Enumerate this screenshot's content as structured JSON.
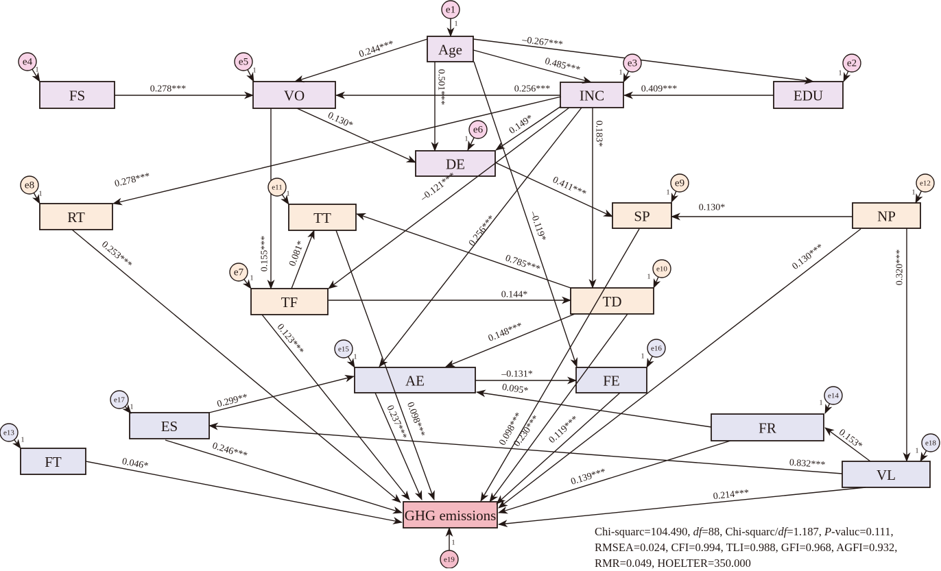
{
  "diagram": {
    "groups": {
      "group_purple": {
        "box_fill": "#EEE1F0",
        "error_fill": "#F8D3E7"
      },
      "group_peach": {
        "box_fill": "#FCEBDC",
        "error_fill": "#FDEADA"
      },
      "group_lavender": {
        "box_fill": "#E4E4F2",
        "error_fill": "#E6E6F4"
      },
      "group_pink": {
        "box_fill": "#F4B9C0",
        "error_fill": "#F5BDCB"
      }
    },
    "nodes": [
      {
        "id": "Age",
        "label": "Age",
        "group": "group_purple"
      },
      {
        "id": "EDU",
        "label": "EDU",
        "group": "group_purple"
      },
      {
        "id": "INC",
        "label": "INC",
        "group": "group_purple"
      },
      {
        "id": "FS",
        "label": "FS",
        "group": "group_purple"
      },
      {
        "id": "VO",
        "label": "VO",
        "group": "group_purple"
      },
      {
        "id": "DE",
        "label": "DE",
        "group": "group_purple"
      },
      {
        "id": "RT",
        "label": "RT",
        "group": "group_peach"
      },
      {
        "id": "TT",
        "label": "TT",
        "group": "group_peach"
      },
      {
        "id": "TF",
        "label": "TF",
        "group": "group_peach"
      },
      {
        "id": "SP",
        "label": "SP",
        "group": "group_peach"
      },
      {
        "id": "NP",
        "label": "NP",
        "group": "group_peach"
      },
      {
        "id": "TD",
        "label": "TD",
        "group": "group_peach"
      },
      {
        "id": "AE",
        "label": "AE",
        "group": "group_lavender"
      },
      {
        "id": "FE",
        "label": "FE",
        "group": "group_lavender"
      },
      {
        "id": "ES",
        "label": "ES",
        "group": "group_lavender"
      },
      {
        "id": "FT",
        "label": "FT",
        "group": "group_lavender"
      },
      {
        "id": "FR",
        "label": "FR",
        "group": "group_lavender"
      },
      {
        "id": "VL",
        "label": "VL",
        "group": "group_lavender"
      },
      {
        "id": "GHG",
        "label": "GHG emissions",
        "group": "group_pink"
      }
    ],
    "errors": [
      {
        "id": "e1",
        "label": "e1",
        "target": "Age",
        "weight": "1",
        "group": "group_purple"
      },
      {
        "id": "e2",
        "label": "e2",
        "target": "EDU",
        "weight": "1",
        "group": "group_purple"
      },
      {
        "id": "e3",
        "label": "e3",
        "target": "INC",
        "weight": "1",
        "group": "group_purple"
      },
      {
        "id": "e4",
        "label": "e4",
        "target": "FS",
        "weight": "1",
        "group": "group_purple"
      },
      {
        "id": "e5",
        "label": "e5",
        "target": "VO",
        "weight": "1",
        "group": "group_purple"
      },
      {
        "id": "e6",
        "label": "e6",
        "target": "DE",
        "weight": "1",
        "group": "group_purple"
      },
      {
        "id": "e7",
        "label": "e7",
        "target": "TF",
        "weight": "1",
        "group": "group_peach"
      },
      {
        "id": "e8",
        "label": "e8",
        "target": "RT",
        "weight": "1",
        "group": "group_peach"
      },
      {
        "id": "e9",
        "label": "e9",
        "target": "SP",
        "weight": "1",
        "group": "group_peach"
      },
      {
        "id": "e10",
        "label": "e10",
        "target": "TD",
        "weight": "1",
        "group": "group_peach"
      },
      {
        "id": "e11",
        "label": "e11",
        "target": "TT",
        "weight": "1",
        "group": "group_peach"
      },
      {
        "id": "e12",
        "label": "e12",
        "target": "NP",
        "weight": "1",
        "group": "group_peach"
      },
      {
        "id": "e13",
        "label": "e13",
        "target": "FT",
        "weight": "1",
        "group": "group_lavender"
      },
      {
        "id": "e14",
        "label": "e14",
        "target": "FR",
        "weight": "1",
        "group": "group_lavender"
      },
      {
        "id": "e15",
        "label": "e15",
        "target": "AE",
        "weight": "1",
        "group": "group_lavender"
      },
      {
        "id": "e16",
        "label": "e16",
        "target": "FE",
        "weight": "1",
        "group": "group_lavender"
      },
      {
        "id": "e17",
        "label": "e17",
        "target": "ES",
        "weight": "1",
        "group": "group_lavender"
      },
      {
        "id": "e18",
        "label": "e18",
        "target": "VL",
        "weight": "1",
        "group": "group_lavender"
      },
      {
        "id": "e19",
        "label": "e19",
        "target": "GHG",
        "weight": "1",
        "group": "group_pink"
      }
    ],
    "paths": [
      {
        "from": "FS",
        "to": "VO",
        "coef": "0.278***"
      },
      {
        "from": "INC",
        "to": "VO",
        "coef": "0.256***"
      },
      {
        "from": "EDU",
        "to": "INC",
        "coef": "0.409***"
      },
      {
        "from": "Age",
        "to": "VO",
        "coef": "0.244***"
      },
      {
        "from": "Age",
        "to": "EDU",
        "coef": "–0.267***"
      },
      {
        "from": "Age",
        "to": "INC",
        "coef": "0.485***"
      },
      {
        "from": "Age",
        "to": "DE",
        "coef": "0.501***"
      },
      {
        "from": "Age",
        "to": "FE",
        "coef": "–0.119*"
      },
      {
        "from": "VO",
        "to": "DE",
        "coef": "0.130*"
      },
      {
        "from": "VO",
        "to": "TF",
        "coef": "0.155***"
      },
      {
        "from": "INC",
        "to": "DE",
        "coef": "0.149*"
      },
      {
        "from": "INC",
        "to": "RT",
        "coef": "0.278***"
      },
      {
        "from": "INC",
        "to": "TF",
        "coef": "–0.121***"
      },
      {
        "from": "INC",
        "to": "AE",
        "coef": "0.256***"
      },
      {
        "from": "INC",
        "to": "TD",
        "coef": "0.183*"
      },
      {
        "from": "DE",
        "to": "SP",
        "coef": "0.411***"
      },
      {
        "from": "NP",
        "to": "SP",
        "coef": "0.130*"
      },
      {
        "from": "NP",
        "to": "VL",
        "coef": "0.320***"
      },
      {
        "from": "NP",
        "to": "GHG",
        "coef": "0.130***"
      },
      {
        "from": "TF",
        "to": "TT",
        "coef": "0.081*"
      },
      {
        "from": "TD",
        "to": "TT",
        "coef": "0.785***"
      },
      {
        "from": "TF",
        "to": "TD",
        "coef": "0.144*"
      },
      {
        "from": "TD",
        "to": "AE",
        "coef": "0.148***"
      },
      {
        "from": "AE",
        "to": "FE",
        "coef": "–0.131*"
      },
      {
        "from": "FR",
        "to": "AE",
        "coef": "0.095*"
      },
      {
        "from": "VL",
        "to": "ES",
        "coef": "0.832***"
      },
      {
        "from": "VL",
        "to": "FR",
        "coef": "0.153*"
      },
      {
        "from": "ES",
        "to": "AE",
        "coef": "0.299**"
      },
      {
        "from": "RT",
        "to": "GHG",
        "coef": "0.253***"
      },
      {
        "from": "TF",
        "to": "GHG",
        "coef": "0.123***"
      },
      {
        "from": "TT",
        "to": "GHG",
        "coef": "0.098***"
      },
      {
        "from": "AE",
        "to": "GHG",
        "coef": "0.237***"
      },
      {
        "from": "ES",
        "to": "GHG",
        "coef": "0.246***"
      },
      {
        "from": "FT",
        "to": "GHG",
        "coef": "0.046*"
      },
      {
        "from": "SP",
        "to": "GHG",
        "coef": "0.098***"
      },
      {
        "from": "TD",
        "to": "GHG",
        "coef": "0.230***"
      },
      {
        "from": "FE",
        "to": "GHG",
        "coef": "0.119***"
      },
      {
        "from": "FR",
        "to": "GHG",
        "coef": "0.139***"
      },
      {
        "from": "VL",
        "to": "GHG",
        "coef": "0.214***"
      }
    ]
  },
  "fit_statistics": {
    "lines": [
      [
        {
          "text": "Chi-squarc=104.490, ",
          "italic": false
        },
        {
          "text": "df",
          "italic": true
        },
        {
          "text": "=88, Chi-squarc/",
          "italic": false
        },
        {
          "text": "df",
          "italic": true
        },
        {
          "text": "=1.187, ",
          "italic": false
        },
        {
          "text": "P",
          "italic": true
        },
        {
          "text": "-valuc=0.111,",
          "italic": false
        }
      ],
      [
        {
          "text": "RMSEA=0.024, CFI=0.994, TLI=0.988, GFI=0.968, AGFI=0.932,",
          "italic": false
        }
      ],
      [
        {
          "text": "RMR=0.049, HOELTER=350.000",
          "italic": false
        }
      ]
    ]
  }
}
